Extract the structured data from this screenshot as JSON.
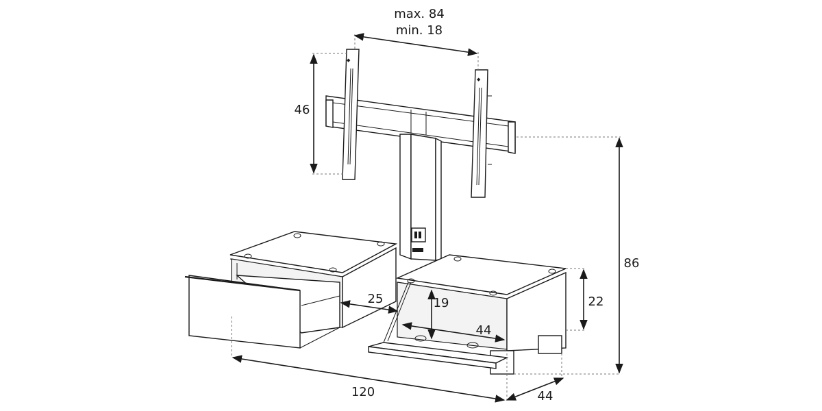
{
  "dimensions": {
    "bracket_spacing_max": "max. 84",
    "bracket_spacing_min": "min. 18",
    "bracket_height": "46",
    "total_height": "86",
    "shelf_height": "22",
    "width": "120",
    "depth": "44",
    "compartment_width": "25",
    "compartment_height": "19",
    "compartment_depth": "44"
  },
  "colors": {
    "line": "#1a1a1a",
    "extension": "#777777",
    "background": "#ffffff"
  }
}
